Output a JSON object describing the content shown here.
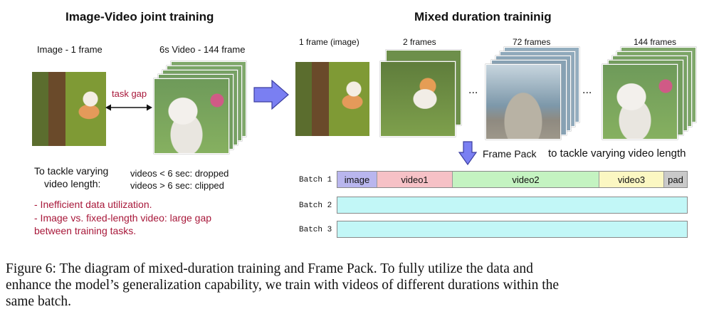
{
  "left": {
    "title": "Image-Video joint training",
    "image_label": "Image - 1 frame",
    "video_label": "6s Video - 144 frame",
    "task_gap": "task gap",
    "tackle_line1": "To tackle varying",
    "tackle_line2": "video length:",
    "rule1": "videos < 6 sec: dropped",
    "rule2": "videos > 6 sec: clipped",
    "issue1": "- Inefficient data utilization.",
    "issue2": "- Image vs. fixed-length video: large gap",
    "issue3": "between training tasks."
  },
  "right": {
    "title": "Mixed duration traininig",
    "frame_labels": [
      "1 frame (image)",
      "2 frames",
      "72 frames",
      "144 frames"
    ],
    "ellipsis": "...",
    "frame_pack": "Frame Pack",
    "frame_pack_desc": "to tackle varying video length",
    "batches": [
      {
        "label": "Batch 1",
        "segments": [
          {
            "label": "image",
            "color": "#b9b6ee"
          },
          {
            "label": "video1",
            "color": "#f6c1c6"
          },
          {
            "label": "video2",
            "color": "#c4f3c1"
          },
          {
            "label": "video3",
            "color": "#fbf7c2"
          },
          {
            "label": "pad",
            "color": "#c9c9c9"
          }
        ]
      },
      {
        "label": "Batch 2",
        "color": "#c2f7f7"
      },
      {
        "label": "Batch 3",
        "color": "#c2f7f7"
      }
    ]
  },
  "caption": {
    "line1": "Figure 6: The diagram of mixed-duration training and Frame Pack. To fully utilize the data and",
    "line2": "enhance the model’s generalization capability, we train with videos of different durations within the",
    "line3": "same batch."
  },
  "colors": {
    "accent_red": "#a8183a",
    "arrow_blue": "#7a7ff2"
  }
}
